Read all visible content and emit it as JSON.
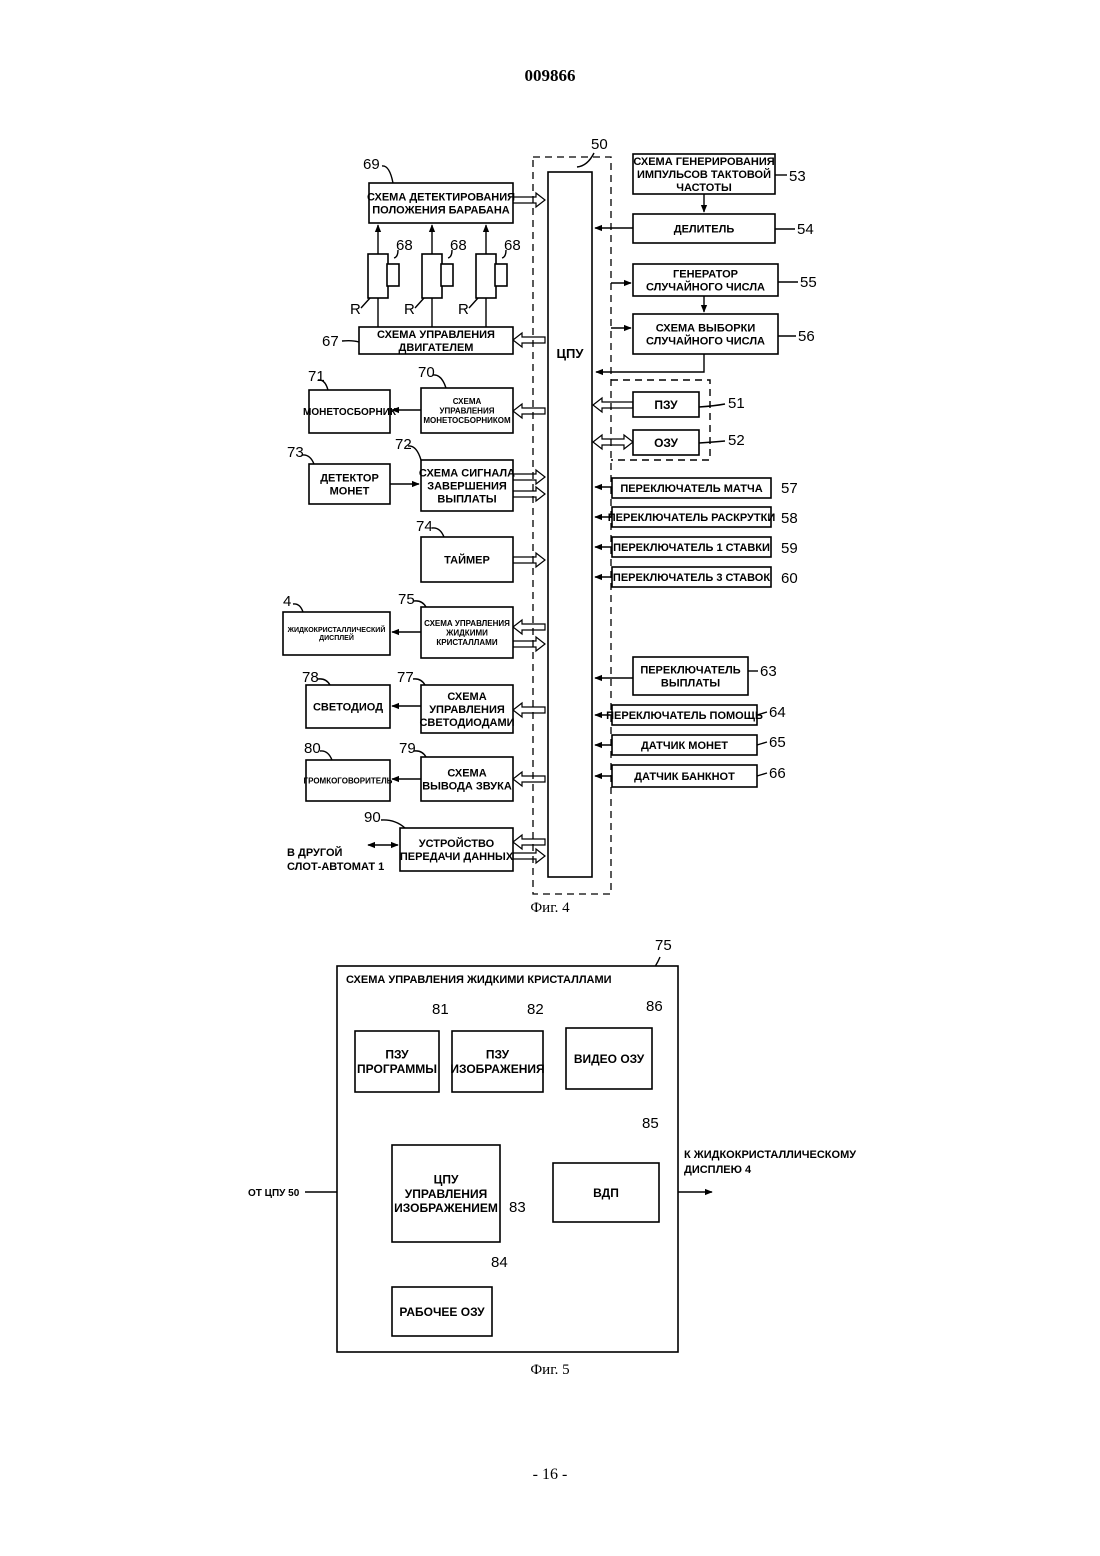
{
  "header": {
    "doc_number": "009866"
  },
  "footer": {
    "page_number": "- 16 -"
  },
  "fig4": {
    "caption": "Фиг. 4",
    "cpu": {
      "num": "50",
      "label": "ЦПУ"
    },
    "clock_gen": {
      "num": "53",
      "lines": [
        "СХЕМА ГЕНЕРИРОВАНИЯ",
        "ИМПУЛЬСОВ ТАКТОВОЙ",
        "ЧАСТОТЫ"
      ]
    },
    "divider": {
      "num": "54",
      "lines": [
        "ДЕЛИТЕЛЬ"
      ]
    },
    "rng": {
      "num": "55",
      "lines": [
        "ГЕНЕРАТОР",
        "СЛУЧАЙНОГО ЧИСЛА"
      ]
    },
    "rnd_sample": {
      "num": "56",
      "lines": [
        "СХЕМА ВЫБОРКИ",
        "СЛУЧАЙНОГО ЧИСЛА"
      ]
    },
    "rom": {
      "num": "51",
      "lines": [
        "ПЗУ"
      ]
    },
    "ram": {
      "num": "52",
      "lines": [
        "ОЗУ"
      ]
    },
    "sw_match": {
      "num": "57",
      "lines": [
        "ПЕРЕКЛЮЧАТЕЛЬ МАТЧА"
      ]
    },
    "sw_spin": {
      "num": "58",
      "lines": [
        "ПЕРЕКЛЮЧАТЕЛЬ РАСКРУТКИ"
      ]
    },
    "sw_bet1": {
      "num": "59",
      "lines": [
        "ПЕРЕКЛЮЧАТЕЛЬ 1 СТАВКИ"
      ]
    },
    "sw_bet3": {
      "num": "60",
      "lines": [
        "ПЕРЕКЛЮЧАТЕЛЬ 3 СТАВОК"
      ]
    },
    "sw_payout": {
      "num": "63",
      "lines": [
        "ПЕРЕКЛЮЧАТЕЛЬ",
        "ВЫПЛАТЫ"
      ]
    },
    "sw_help": {
      "num": "64",
      "lines": [
        "ПЕРЕКЛЮЧАТЕЛЬ ПОМОЩЬ"
      ]
    },
    "coin_sensor": {
      "num": "65",
      "lines": [
        "ДАТЧИК МОНЕТ"
      ]
    },
    "bill_sensor": {
      "num": "66",
      "lines": [
        "ДАТЧИК БАНКНОТ"
      ]
    },
    "drum_detect": {
      "num": "69",
      "lines": [
        "СХЕМА ДЕТЕКТИРОВАНИЯ",
        "ПОЛОЖЕНИЯ БАРАБАНА"
      ]
    },
    "reel_sensor_num": "68",
    "reel_label": "R",
    "motor_ctrl": {
      "num": "67",
      "lines": [
        "СХЕМА УПРАВЛЕНИЯ",
        "ДВИГАТЕЛЕМ"
      ]
    },
    "hopper": {
      "num": "71",
      "lines": [
        "МОНЕТОСБОРНИК"
      ]
    },
    "hopper_ctrl": {
      "num": "70",
      "lines": [
        "СХЕМА",
        "УПРАВЛЕНИЯ",
        "МОНЕТОСБОРНИКОМ"
      ]
    },
    "coin_detector": {
      "num": "73",
      "lines": [
        "ДЕТЕКТОР",
        "МОНЕТ"
      ]
    },
    "payout_done": {
      "num": "72",
      "lines": [
        "СХЕМА СИГНАЛА",
        "ЗАВЕРШЕНИЯ",
        "ВЫПЛАТЫ"
      ]
    },
    "timer": {
      "num": "74",
      "lines": [
        "ТАЙМЕР"
      ]
    },
    "lcd": {
      "num": "4",
      "lines": [
        "ЖИДКОКРИСТАЛЛИЧЕСКИЙ",
        "ДИСПЛЕЙ"
      ]
    },
    "lcd_ctrl": {
      "num": "75",
      "lines": [
        "СХЕМА УПРАВЛЕНИЯ",
        "ЖИДКИМИ",
        "КРИСТАЛЛАМИ"
      ]
    },
    "led": {
      "num": "78",
      "lines": [
        "СВЕТОДИОД"
      ]
    },
    "led_ctrl": {
      "num": "77",
      "lines": [
        "СХЕМА",
        "УПРАВЛЕНИЯ",
        "СВЕТОДИОДАМИ"
      ]
    },
    "speaker": {
      "num": "80",
      "lines": [
        "ГРОМКОГОВОРИТЕЛЬ"
      ]
    },
    "sound_out": {
      "num": "79",
      "lines": [
        "СХЕМА",
        "ВЫВОДА ЗВУКА"
      ]
    },
    "comm": {
      "num": "90",
      "lines": [
        "УСТРОЙСТВО",
        "ПЕРЕДАЧИ ДАННЫХ"
      ]
    },
    "other_slot": {
      "lines": [
        "В ДРУГОЙ",
        "СЛОТ-АВТОМАТ 1"
      ]
    }
  },
  "fig5": {
    "caption": "Фиг. 5",
    "frame": {
      "num": "75",
      "title": "СХЕМА УПРАВЛЕНИЯ ЖИДКИМИ КРИСТАЛЛАМИ"
    },
    "prog_rom": {
      "num": "81",
      "lines": [
        "ПЗУ",
        "ПРОГРАММЫ"
      ]
    },
    "img_rom": {
      "num": "82",
      "lines": [
        "ПЗУ",
        "ИЗОБРАЖЕНИЯ"
      ]
    },
    "video_ram": {
      "num": "86",
      "lines": [
        "ВИДЕО ОЗУ"
      ]
    },
    "img_cpu": {
      "num": "83",
      "lines": [
        "ЦПУ",
        "УПРАВЛЕНИЯ",
        "ИЗОБРАЖЕНИЕМ"
      ]
    },
    "vdp": {
      "num": "85",
      "lines": [
        "ВДП"
      ]
    },
    "work_ram": {
      "num": "84",
      "lines": [
        "РАБОЧЕЕ ОЗУ"
      ]
    },
    "input_label": "ОТ ЦПУ 50",
    "output_label": [
      "К ЖИДКОКРИСТАЛЛИЧЕСКОМУ",
      "ДИСПЛЕЮ 4"
    ]
  }
}
